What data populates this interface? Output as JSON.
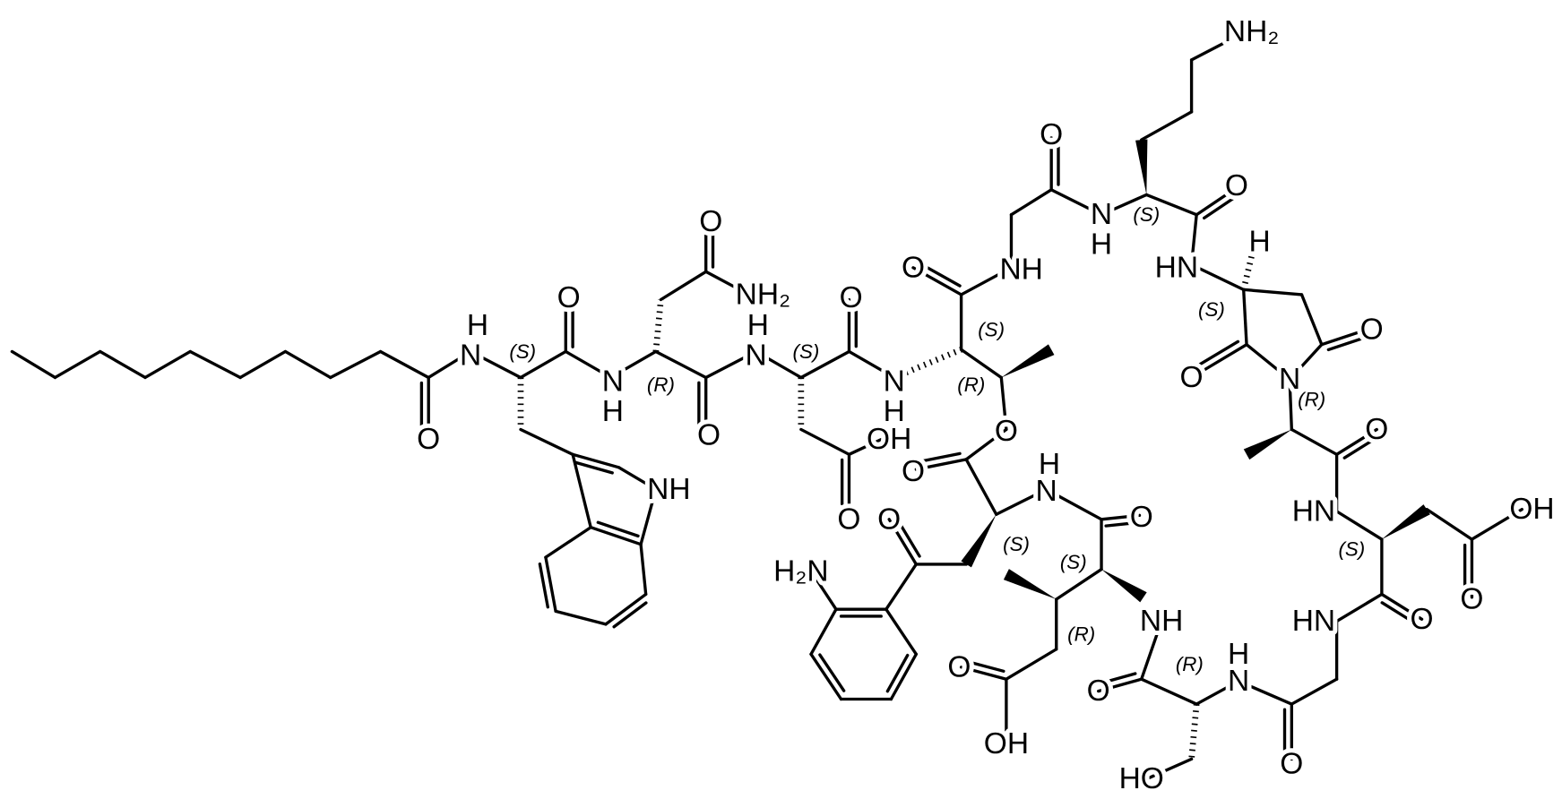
{
  "diagram": {
    "type": "chemical-structure",
    "bond_color": "#000000",
    "background": "#ffffff",
    "atom_labels": [
      "O",
      "H",
      "N",
      "O",
      "NH",
      "N",
      "H",
      "O",
      "NH₂",
      "O",
      "H",
      "N",
      "OH",
      "O",
      "O",
      "N",
      "H",
      "O",
      "NH",
      "O",
      "O",
      "O",
      "H₂N",
      "H",
      "N",
      "O",
      "NH",
      "O",
      "OH",
      "O",
      "HO",
      "H",
      "N",
      "O",
      "HN",
      "O",
      "O",
      "OH",
      "HN",
      "O",
      "N",
      "O",
      "O",
      "H",
      "HN",
      "O",
      "NH₂",
      "N",
      "H",
      "O"
    ],
    "stereo_labels": [
      "(S)",
      "(R)",
      "(S)",
      "(S)",
      "(R)",
      "(S)",
      "(S)",
      "(R)",
      "(R)",
      "(S)",
      "(R)",
      "(S)",
      "(S)"
    ]
  }
}
